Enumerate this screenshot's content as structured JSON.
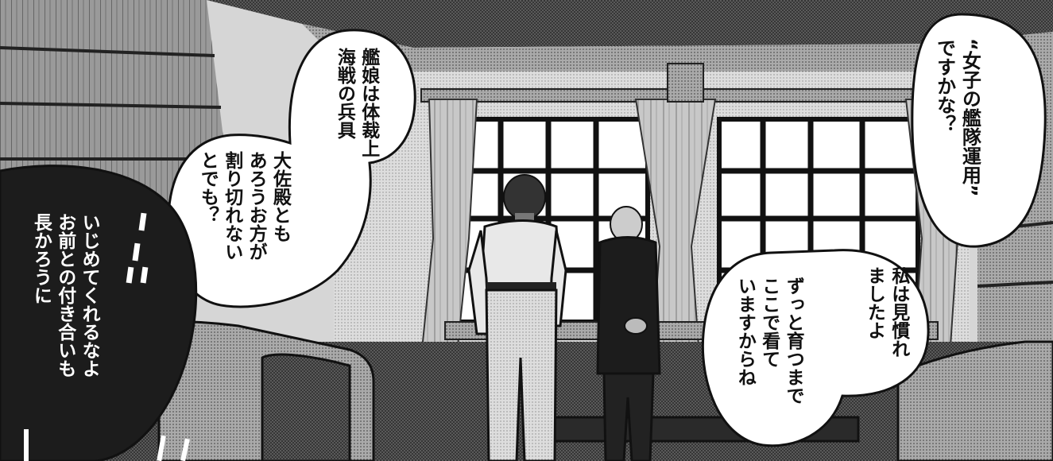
{
  "colors": {
    "ink": "#111111",
    "paper": "#ffffff",
    "screentone_dark": "#4a4a4a",
    "screentone_mid": "#9a9a9a",
    "screentone_light": "#cfcfcf",
    "dark_bubble": "#1c1c1c"
  },
  "bubbles": {
    "right_top": {
      "lines": [
        "“女子の艦隊運用”",
        "ですかな？"
      ]
    },
    "right_bottom_a": {
      "lines": [
        "私は見慣れ",
        "ましたよ"
      ]
    },
    "right_bottom_b": {
      "lines": [
        "ずっと育つまで",
        "ここで看て",
        "いますからね"
      ]
    },
    "middle_top": {
      "lines": [
        "艦娘は体裁上",
        "海戦の兵具"
      ]
    },
    "middle_bottom": {
      "lines": [
        "大佐殿とも",
        "あろうお方が",
        "割り切れない",
        "とでも？"
      ]
    },
    "left_dark": {
      "lines": [
        "いじめてくれるなよ",
        "お前との付き合いも",
        "長かろうに"
      ]
    }
  },
  "figures": {
    "standing_man_left": "officer-back-view",
    "standing_man_right": "elder-back-view"
  }
}
